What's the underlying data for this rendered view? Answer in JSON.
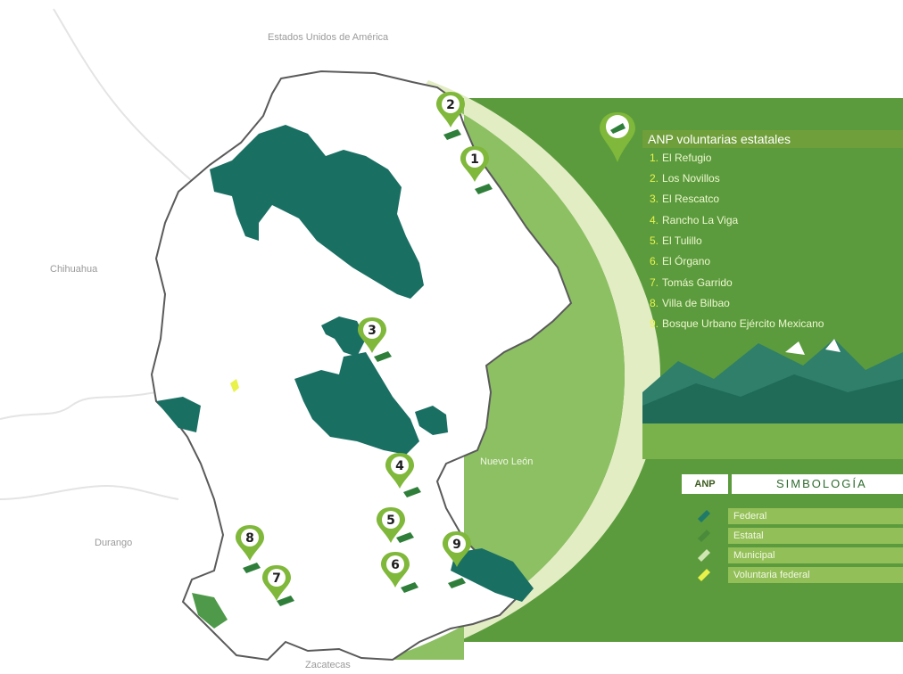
{
  "neighbors": {
    "north": "Estados Unidos de América",
    "west": "Chihuahua",
    "southwest": "Durango",
    "south": "Zacatecas",
    "east": "Nuevo León"
  },
  "panel": {
    "title": "ANP voluntarias estatales",
    "items": [
      {
        "num": "1.",
        "name": "El Refugio"
      },
      {
        "num": "2.",
        "name": "Los Novillos"
      },
      {
        "num": "3.",
        "name": "El Rescatco"
      },
      {
        "num": "4.",
        "name": "Rancho La Viga"
      },
      {
        "num": "5.",
        "name": "El Tulillo"
      },
      {
        "num": "6.",
        "name": "El Órgano"
      },
      {
        "num": "7.",
        "name": "Tomás Garrido"
      },
      {
        "num": "8.",
        "name": "Villa de Bilbao"
      },
      {
        "num": "9.",
        "name": "Bosque Urbano Ejército Mexicano"
      }
    ]
  },
  "legend": {
    "anp": "ANP",
    "title": "SIMBOLOGÍA",
    "rows": [
      {
        "label": "Federal",
        "icon": "leaf-icon-federal",
        "color": "#1f7a6a"
      },
      {
        "label": "Estatal",
        "icon": "leaf-icon-estatal",
        "color": "#4a8a3a"
      },
      {
        "label": "Municipal",
        "icon": "leaf-icon-municipal",
        "color": "#cfe6b2"
      },
      {
        "label": "Voluntaria federal",
        "icon": "leaf-icon-voluntaria",
        "color": "#e8f24a"
      }
    ]
  },
  "markers": [
    {
      "label": "2"
    },
    {
      "label": "1"
    },
    {
      "label": "3"
    },
    {
      "label": "4"
    },
    {
      "label": "5"
    },
    {
      "label": "9"
    },
    {
      "label": "6"
    },
    {
      "label": "8"
    },
    {
      "label": "7"
    }
  ],
  "colors": {
    "federal_area": "#1a6f63",
    "panel_green": "#5a9a3c",
    "light_green": "#8cc063",
    "pale_ring": "#e3edc4",
    "marker_green": "#7fb83a"
  }
}
